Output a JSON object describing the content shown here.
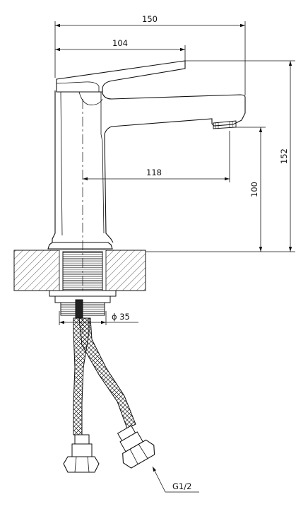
{
  "dimensions": {
    "total_length": "150",
    "lever_length": "104",
    "spout_reach": "118",
    "total_height": "152",
    "spout_height": "100",
    "shank_diameter": "ϕ 35",
    "thread_spec": "G1/2"
  }
}
